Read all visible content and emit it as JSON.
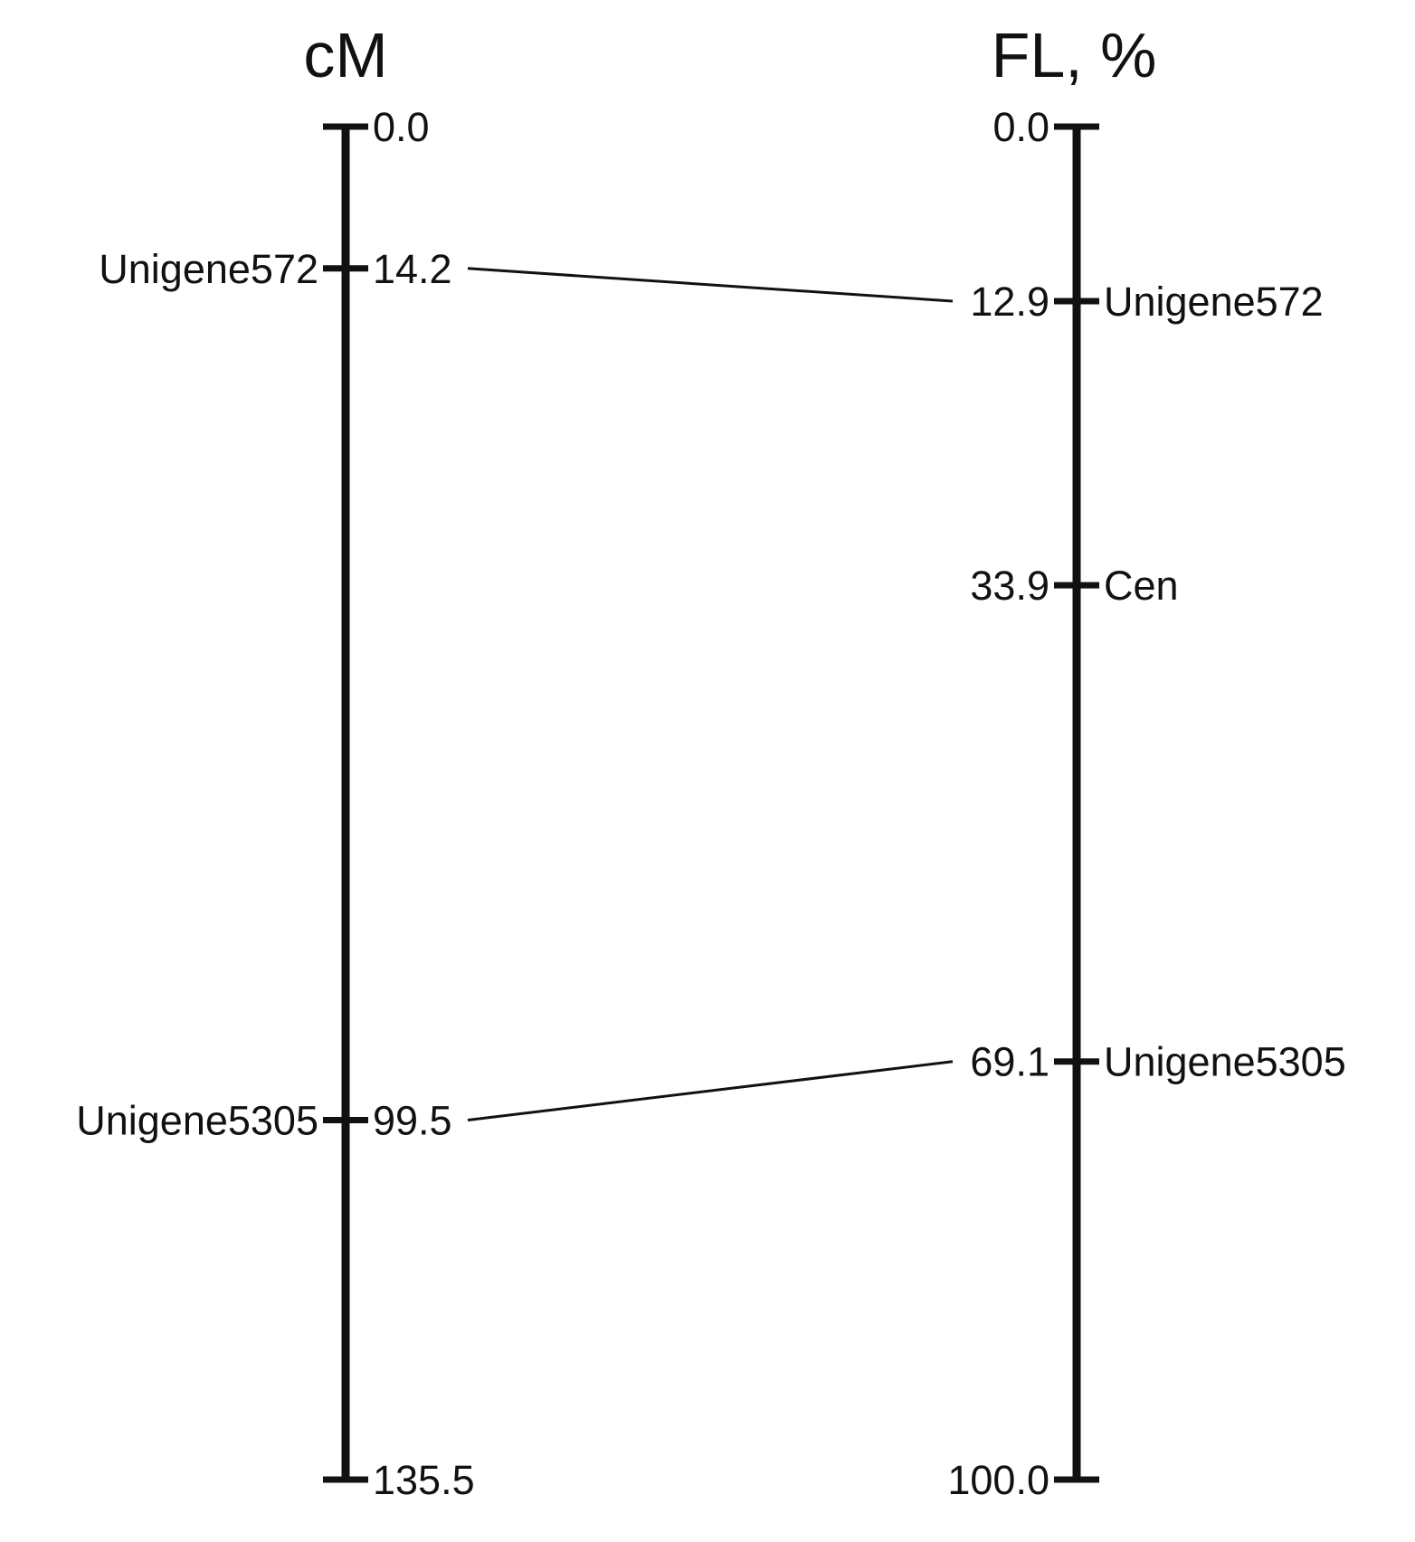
{
  "maps": {
    "left": {
      "title": "cM",
      "min": 0.0,
      "max": 135.5,
      "endpoints": [
        {
          "value": 0.0,
          "label": "0.0"
        },
        {
          "value": 135.5,
          "label": "135.5"
        }
      ],
      "markers": [
        {
          "value": 14.2,
          "position_label": "14.2",
          "name": "Unigene572"
        },
        {
          "value": 99.5,
          "position_label": "99.5",
          "name": "Unigene5305"
        }
      ]
    },
    "right": {
      "title": "FL, %",
      "min": 0.0,
      "max": 100.0,
      "endpoints": [
        {
          "value": 0.0,
          "label": "0.0"
        },
        {
          "value": 100.0,
          "label": "100.0"
        }
      ],
      "markers": [
        {
          "value": 12.9,
          "position_label": "12.9",
          "name": "Unigene572"
        },
        {
          "value": 33.9,
          "position_label": "33.9",
          "name": "Cen"
        },
        {
          "value": 69.1,
          "position_label": "69.1",
          "name": "Unigene5305"
        }
      ]
    }
  },
  "links": [
    {
      "left_marker": 0,
      "right_marker": 0
    },
    {
      "left_marker": 1,
      "right_marker": 2
    }
  ],
  "colors": {
    "line": "#111111",
    "background": "#ffffff"
  }
}
